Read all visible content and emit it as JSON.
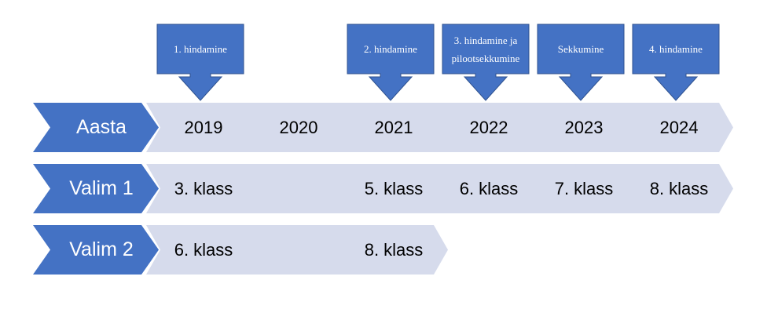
{
  "colors": {
    "blue": "#4472c4",
    "light": "#d6dbec",
    "callout_border": "#2f528f"
  },
  "rows": [
    {
      "label": "Aasta",
      "cells": [
        "2019",
        "2020",
        "2021",
        "2022",
        "2023",
        "2024"
      ]
    },
    {
      "label": "Valim 1",
      "cells": [
        "3. klass",
        "",
        "5. klass",
        "6. klass",
        "7. klass",
        "8. klass"
      ]
    },
    {
      "label": "Valim 2",
      "cells": [
        "6. klass",
        "",
        "8. klass"
      ]
    }
  ],
  "callouts": [
    {
      "text": "1. hindamine",
      "column": 0
    },
    {
      "text": "2. hindamine",
      "column": 2
    },
    {
      "text": "3. hindamine ja pilootsekkumine",
      "column": 3
    },
    {
      "text": "Sekkumine",
      "column": 4
    },
    {
      "text": "4. hindamine",
      "column": 5
    }
  ]
}
